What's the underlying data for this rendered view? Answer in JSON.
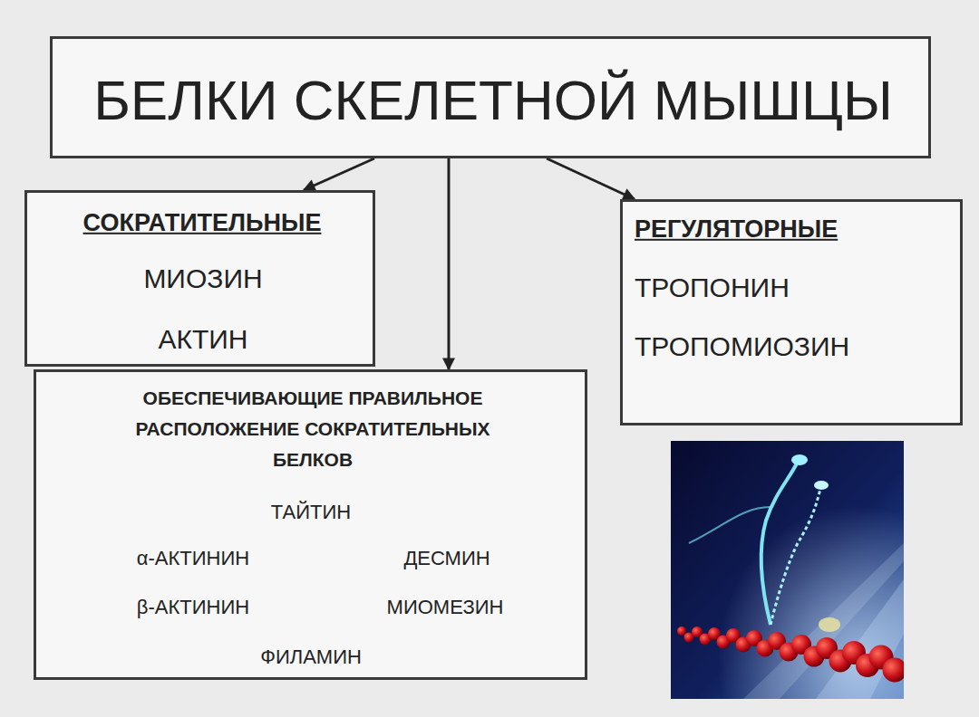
{
  "diagram": {
    "nodes": [
      {
        "text": [
          "БЕЛКИ СКЕЛЕТНОЙ МЫШЦЫ"
        ]
      },
      {
        "text": [
          "СОКРАТИТЕЛЬНЫЕ",
          "МИОЗИН",
          "АКТИН"
        ]
      },
      {
        "text": [
          "РЕГУЛЯТОРНЫЕ",
          "ТРОПОНИН",
          "ТРОПОМИОЗИН"
        ]
      },
      {
        "text": [
          "ОБЕСПЕЧИВАЮЩИЕ ПРАВИЛЬНОЕ РАСПОЛОЖЕНИЕ СОКРАТИТЕЛЬНЫХ БЕЛКОВ",
          "ТАЙТИН",
          "α-АКТИНИН",
          "ДЕСМИН",
          "β-АКТИНИН",
          "МИОМЕЗИН",
          "ФИЛАМИН"
        ]
      }
    ],
    "edges": [
      {
        "from": 0,
        "to": 1,
        "arrow": "to"
      },
      {
        "from": 0,
        "to": 3,
        "arrow": "to"
      },
      {
        "from": 0,
        "to": 2,
        "arrow": "to"
      }
    ]
  }
}
